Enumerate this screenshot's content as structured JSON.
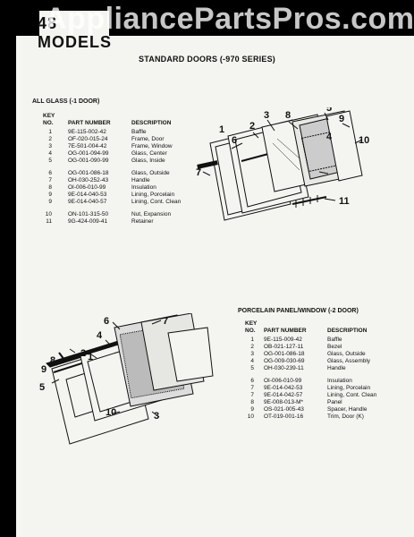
{
  "header_tag": "48 MODELS",
  "watermark": "AppliancePartsPros.com",
  "page_title": "STANDARD DOORS (-970 SERIES)",
  "section1": {
    "title": "ALL GLASS (-1 DOOR)",
    "headers": {
      "key_line1": "KEY",
      "key_line2": "NO.",
      "part": "PART NUMBER",
      "desc": "DESCRIPTION"
    },
    "rows": [
      {
        "key": "1",
        "part": "9E-115-002-42",
        "desc": "Baffle"
      },
      {
        "key": "2",
        "part": "OF-020-015-24",
        "desc": "Frame, Door"
      },
      {
        "key": "3",
        "part": "7E-501-004-42",
        "desc": "Frame, Window"
      },
      {
        "key": "4",
        "part": "OG-001-094-99",
        "desc": "Glass, Center"
      },
      {
        "key": "5",
        "part": "OG-001-090-99",
        "desc": "Glass, Inside"
      },
      {
        "key": "6",
        "part": "OG-001-086-18",
        "desc": "Glass, Outside"
      },
      {
        "key": "7",
        "part": "OH-030-252-43",
        "desc": "Handle"
      },
      {
        "key": "8",
        "part": "OI-006-010-99",
        "desc": "Insulation"
      },
      {
        "key": "9",
        "part": "9E-014-040-53",
        "desc": "Lining, Porcelain"
      },
      {
        "key": "9",
        "part": "9E-014-040-57",
        "desc": "Lining, Cont. Clean"
      },
      {
        "key": "10",
        "part": "ON-101-315-50",
        "desc": "Nut, Expansion"
      },
      {
        "key": "11",
        "part": "9G-424-009-41",
        "desc": "Retainer"
      }
    ],
    "callouts": [
      "1",
      "2",
      "3",
      "4",
      "5",
      "6",
      "7",
      "8",
      "9",
      "10",
      "11"
    ]
  },
  "section2": {
    "title": "PORCELAIN PANEL/WINDOW (-2 DOOR)",
    "headers": {
      "key_line1": "KEY",
      "key_line2": "NO.",
      "part": "PART NUMBER",
      "desc": "DESCRIPTION"
    },
    "rows": [
      {
        "key": "1",
        "part": "9E-115-009-42",
        "desc": "Baffle"
      },
      {
        "key": "2",
        "part": "OB-021-127-11",
        "desc": "Bezel"
      },
      {
        "key": "3",
        "part": "OG-001-086-18",
        "desc": "Glass, Outside"
      },
      {
        "key": "4",
        "part": "OG-009-030-69",
        "desc": "Glass, Assembly"
      },
      {
        "key": "5",
        "part": "OH-030-239-11",
        "desc": "Handle"
      },
      {
        "key": "6",
        "part": "OI-006-010-99",
        "desc": "Insulation"
      },
      {
        "key": "7",
        "part": "9E-014-042-53",
        "desc": "Lining, Porcelain"
      },
      {
        "key": "7",
        "part": "9E-014-042-57",
        "desc": "Lining, Cont. Clean"
      },
      {
        "key": "8",
        "part": "9E-008-013-M*",
        "desc": "Panel"
      },
      {
        "key": "9",
        "part": "OS-021-005-43",
        "desc": "Spacer, Handle"
      },
      {
        "key": "10",
        "part": "OT-019-001-16",
        "desc": "Trim, Door (K)"
      }
    ],
    "callouts": [
      "1",
      "2",
      "3",
      "4",
      "5",
      "6",
      "7",
      "8",
      "9",
      "10"
    ]
  }
}
